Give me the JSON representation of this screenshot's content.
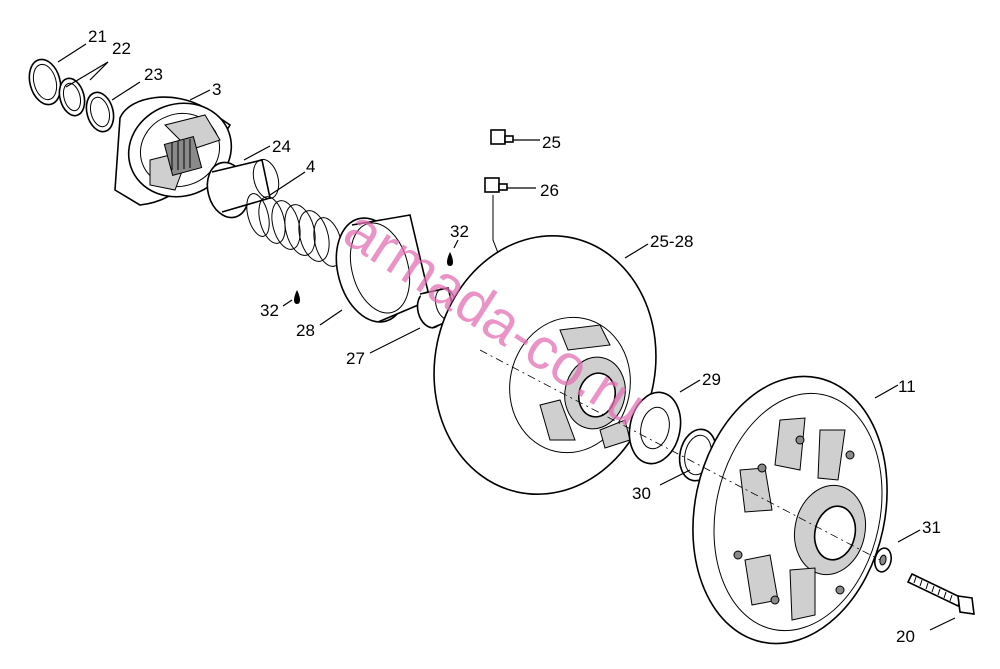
{
  "watermark": "armada-co.ru",
  "callouts": {
    "c21": "21",
    "c22": "22",
    "c23": "23",
    "c3": "3",
    "c24": "24",
    "c4": "4",
    "c25": "25",
    "c26": "26",
    "c25_28": "25-28",
    "c32a": "32",
    "c32b": "32",
    "c28": "28",
    "c27": "27",
    "c29": "29",
    "c11": "11",
    "c30": "30",
    "c31": "31",
    "c20": "20"
  }
}
